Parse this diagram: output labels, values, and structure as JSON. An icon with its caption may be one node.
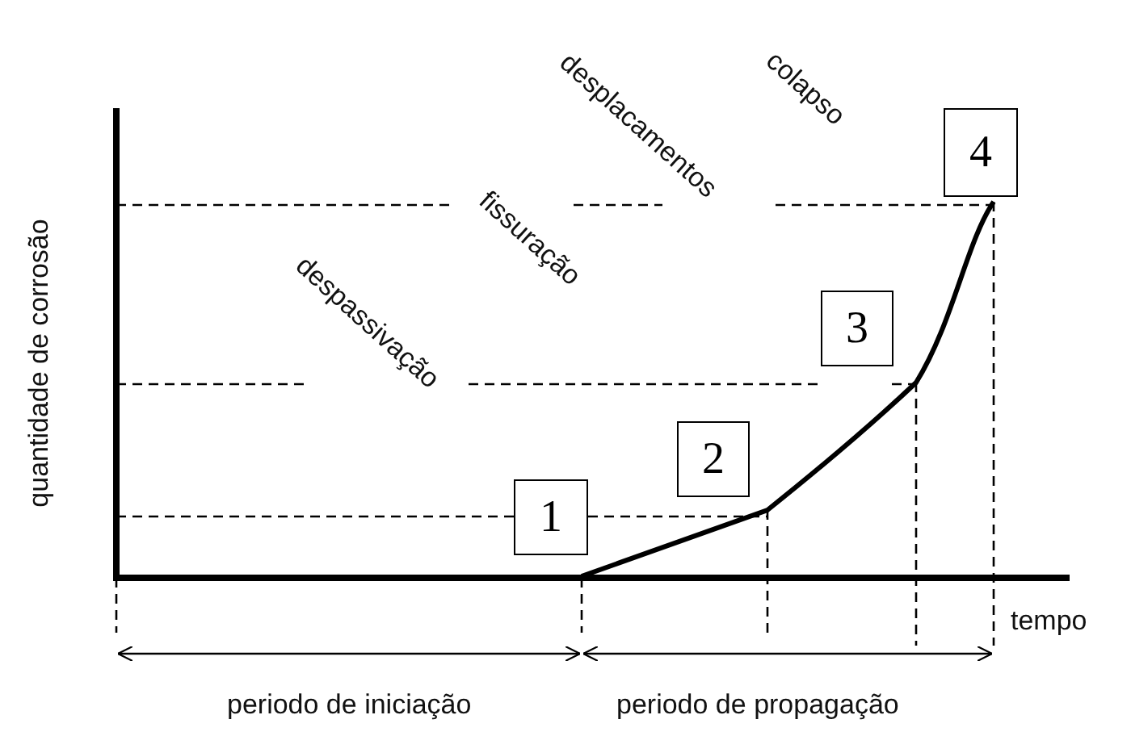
{
  "diagram": {
    "nodes": [
      {
        "text": [
          "1"
        ]
      },
      {
        "text": [
          "2"
        ]
      },
      {
        "text": [
          "3"
        ]
      },
      {
        "text": [
          "4"
        ]
      }
    ],
    "labels": [
      "colapso",
      "desplacamentos",
      "quantidade de corrosão",
      "fissuração",
      "despassivação",
      "tempo",
      "periodo de iniciação",
      "periodo de propagação"
    ]
  }
}
